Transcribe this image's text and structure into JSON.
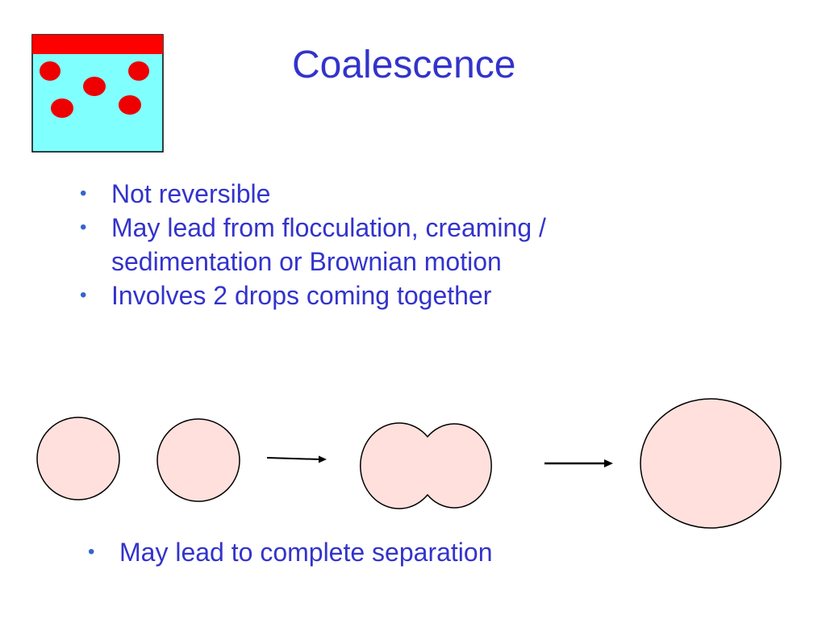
{
  "slide": {
    "title": "Coalescence",
    "bullets": [
      "Not reversible",
      "May lead from flocculation, creaming / sedimentation or Brownian motion",
      "Involves 2 drops coming together"
    ],
    "final_bullet": "May lead to complete separation",
    "bullet_glyph": "•"
  },
  "colors": {
    "title_text": "#3333cc",
    "bullet_text": "#3333cc",
    "beaker_fill": "#80ffff",
    "oil_layer": "#ff0000",
    "droplet": "#ee0000",
    "drop_fill": "#ffe0dc"
  }
}
